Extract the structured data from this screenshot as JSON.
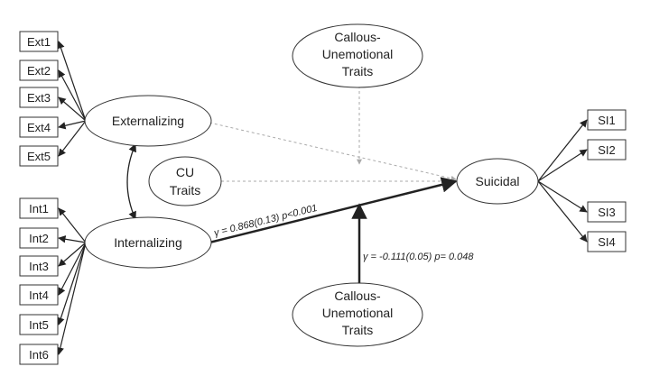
{
  "indicators": {
    "ext": [
      "Ext1",
      "Ext2",
      "Ext3",
      "Ext4",
      "Ext5"
    ],
    "int": [
      "Int1",
      "Int2",
      "Int3",
      "Int4",
      "Int5",
      "Int6"
    ],
    "si": [
      "SI1",
      "SI2",
      "SI3",
      "SI4"
    ]
  },
  "latent": {
    "externalizing": "Externalizing",
    "internalizing": "Internalizing",
    "suicidal": "Suicidal",
    "cu_traits": [
      "CU",
      "Traits"
    ],
    "cu_top": [
      "Callous-",
      "Unemotional",
      "Traits"
    ],
    "cu_bottom": [
      "Callous-",
      "Unemotional",
      "Traits"
    ]
  },
  "paths": {
    "internalizing_to_suicidal": "γ = 0.868(0.13) p<0.001",
    "moderation": "γ = -0.111(0.05) p= 0.048"
  },
  "colors": {
    "stroke": "#333333",
    "dashed": "#aaaaaa",
    "fill": "#ffffff"
  }
}
